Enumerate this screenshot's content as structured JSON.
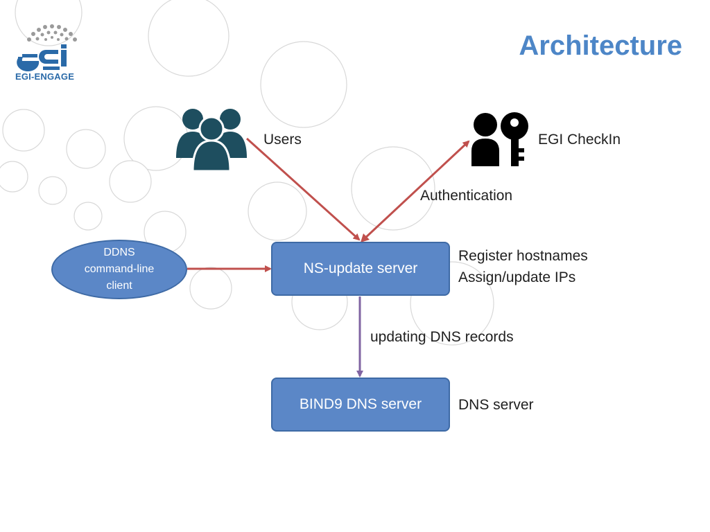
{
  "logo": {
    "text": "EGI-ENGAGE"
  },
  "title": "Architecture",
  "nodes": {
    "users_label": "Users",
    "checkin_label": "EGI CheckIn",
    "ddns_client": {
      "line1": "DDNS",
      "line2": "command-line",
      "line3": "client"
    },
    "ns_update_server": "NS-update server",
    "bind9_server": "BIND9 DNS server"
  },
  "annotations": {
    "authentication": "Authentication",
    "register_hostnames": "Register hostnames",
    "assign_update_ips": "Assign/update IPs",
    "updating_dns_records": "updating DNS records",
    "dns_server": "DNS server"
  },
  "colors": {
    "title": "#4d86c7",
    "box_fill": "#5b87c7",
    "box_border": "#3e6aa5",
    "arrow_red": "#c0504d",
    "arrow_purple": "#8064a2",
    "users_icon": "#1e4e5f",
    "checkin_icon": "#000000"
  },
  "icons": {
    "users": "users-group-icon",
    "checkin": "person-key-icon"
  }
}
